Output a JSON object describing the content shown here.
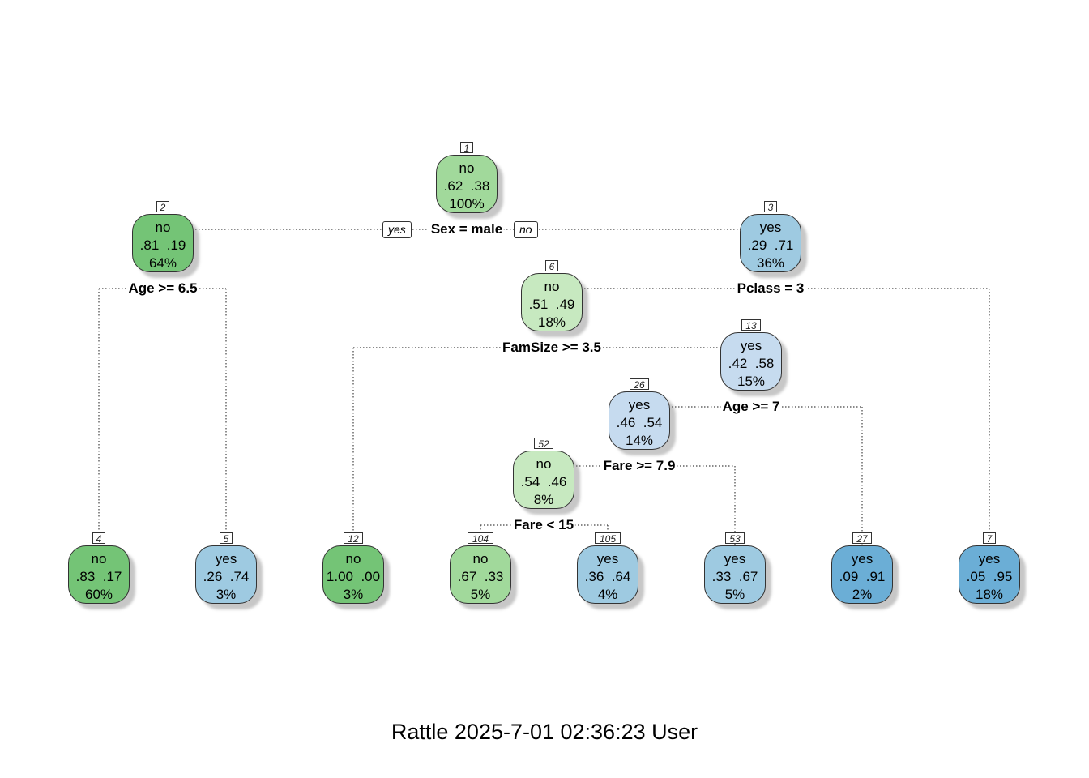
{
  "caption": "Rattle 2025-7-01 02:36:23 User",
  "branch_tags": {
    "left": "yes",
    "right": "no"
  },
  "colors": {
    "green_dark": "#74c476",
    "green_mid": "#a1d99b",
    "green_light": "#c7e9c0",
    "blue_light": "#c6dbef",
    "blue_mid": "#9ecae1",
    "blue_dark": "#6baed6",
    "edge": "#444444"
  },
  "nodes": [
    {
      "id": "1",
      "class": "no",
      "probs": ".62  .38",
      "pct": "100%",
      "fill": "#a1d99b"
    },
    {
      "id": "2",
      "class": "no",
      "probs": ".81  .19",
      "pct": "64%",
      "fill": "#74c476"
    },
    {
      "id": "3",
      "class": "yes",
      "probs": ".29  .71",
      "pct": "36%",
      "fill": "#9ecae1"
    },
    {
      "id": "6",
      "class": "no",
      "probs": ".51  .49",
      "pct": "18%",
      "fill": "#c7e9c0"
    },
    {
      "id": "13",
      "class": "yes",
      "probs": ".42  .58",
      "pct": "15%",
      "fill": "#c6dbef"
    },
    {
      "id": "26",
      "class": "yes",
      "probs": ".46  .54",
      "pct": "14%",
      "fill": "#c6dbef"
    },
    {
      "id": "52",
      "class": "no",
      "probs": ".54  .46",
      "pct": "8%",
      "fill": "#c7e9c0"
    },
    {
      "id": "4",
      "class": "no",
      "probs": ".83  .17",
      "pct": "60%",
      "fill": "#74c476"
    },
    {
      "id": "5",
      "class": "yes",
      "probs": ".26  .74",
      "pct": "3%",
      "fill": "#9ecae1"
    },
    {
      "id": "12",
      "class": "no",
      "probs": "1.00  .00",
      "pct": "3%",
      "fill": "#74c476"
    },
    {
      "id": "104",
      "class": "no",
      "probs": ".67  .33",
      "pct": "5%",
      "fill": "#a1d99b"
    },
    {
      "id": "105",
      "class": "yes",
      "probs": ".36  .64",
      "pct": "4%",
      "fill": "#9ecae1"
    },
    {
      "id": "53",
      "class": "yes",
      "probs": ".33  .67",
      "pct": "5%",
      "fill": "#9ecae1"
    },
    {
      "id": "27",
      "class": "yes",
      "probs": ".09  .91",
      "pct": "2%",
      "fill": "#6baed6"
    },
    {
      "id": "7",
      "class": "yes",
      "probs": ".05  .95",
      "pct": "18%",
      "fill": "#6baed6"
    }
  ],
  "splits": [
    {
      "node": "1",
      "label": "Sex = male",
      "left": "2",
      "right": "3"
    },
    {
      "node": "2",
      "label": "Age >= 6.5",
      "left": "4",
      "right": "5"
    },
    {
      "node": "3",
      "label": "Pclass = 3",
      "left": "6",
      "right": "7"
    },
    {
      "node": "6",
      "label": "FamSize >= 3.5",
      "left": "12",
      "right": "13"
    },
    {
      "node": "13",
      "label": "Age >= 7",
      "left": "26",
      "right": "27"
    },
    {
      "node": "26",
      "label": "Fare >= 7.9",
      "left": "52",
      "right": "53"
    },
    {
      "node": "52",
      "label": "Fare < 15",
      "left": "104",
      "right": "105"
    }
  ]
}
